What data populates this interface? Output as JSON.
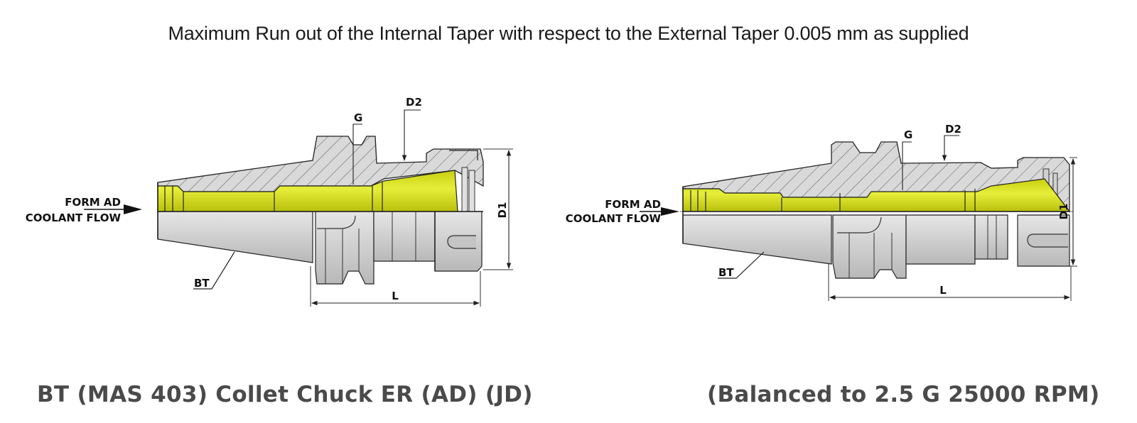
{
  "header": {
    "note": "Maximum Run out of the Internal Taper with respect to the External Taper 0.005 mm as supplied"
  },
  "drawings": [
    {
      "id": "left",
      "coolant_label_line1": "FORM AD",
      "coolant_label_line2": "COOLANT FLOW",
      "dimension_labels": {
        "g": "G",
        "d2": "D2",
        "d1": "D1",
        "l": "L",
        "bt": "BT"
      }
    },
    {
      "id": "right",
      "coolant_label_line1": "FORM AD",
      "coolant_label_line2": "COOLANT FLOW",
      "dimension_labels": {
        "g": "G",
        "d2": "D2",
        "d1": "D1",
        "l": "L",
        "bt": "BT"
      }
    }
  ],
  "captions": {
    "left": "BT (MAS 403) Collet Chuck ER (AD) (JD)",
    "right": "(Balanced to 2.5 G 25000 RPM)"
  },
  "colors": {
    "yellow": "#d4dc1c",
    "steel": "#d2d2d2",
    "caption": "#4a4a4a"
  }
}
